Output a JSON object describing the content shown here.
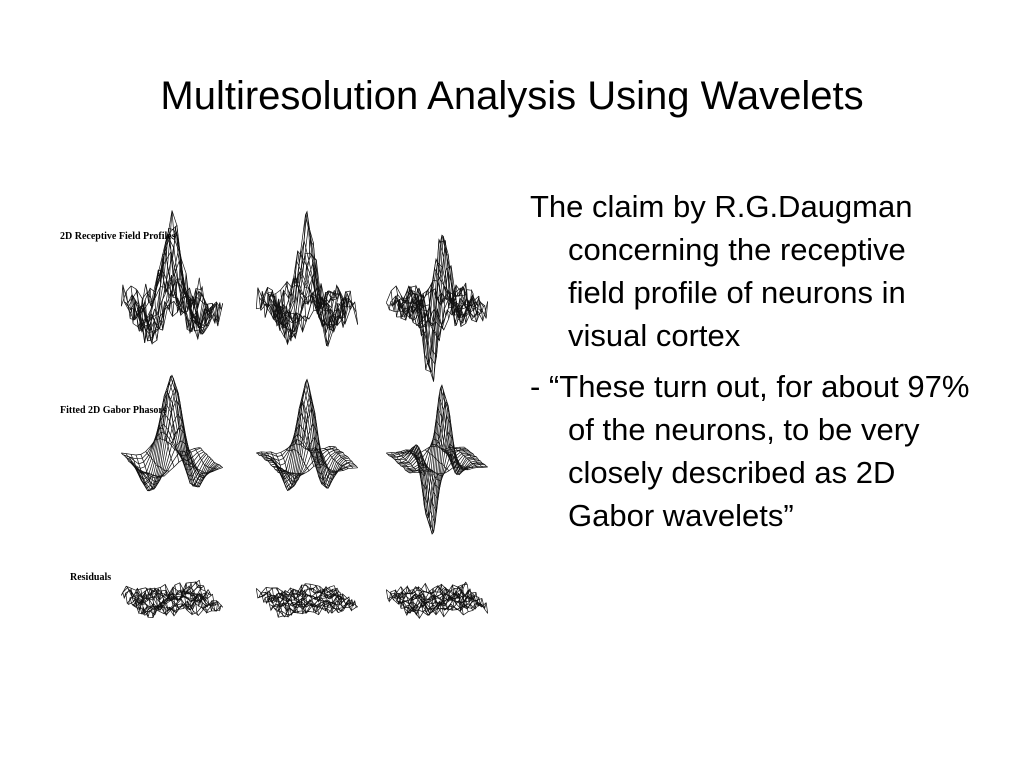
{
  "slide": {
    "title": "Multiresolution Analysis Using Wavelets"
  },
  "figure": {
    "row_labels": [
      "2D Receptive Field Profiles",
      "Fitted 2D Gabor Phasors",
      "Residuals"
    ]
  },
  "body": {
    "paragraphs": [
      "The claim by R.G.Daugman concerning the receptive field profile of neurons in visual cortex",
      "- “These turn out, for about 97% of the neurons, to be very closely described as 2D Gabor wavelets”"
    ]
  }
}
